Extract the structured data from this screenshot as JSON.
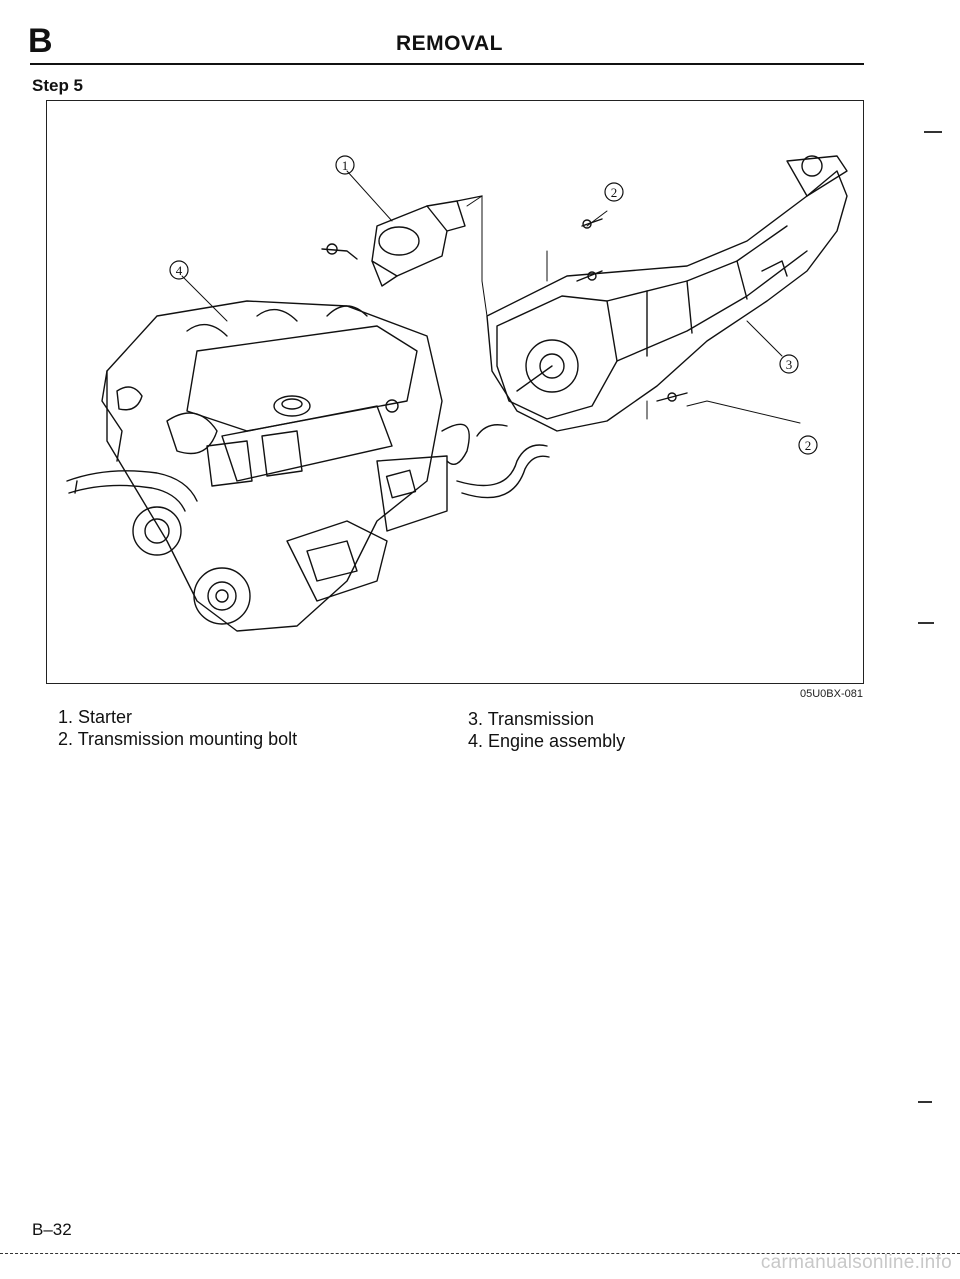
{
  "header": {
    "section_letter": "B",
    "title": "REMOVAL"
  },
  "step": {
    "label": "Step 5"
  },
  "figure": {
    "callouts": [
      "1",
      "2",
      "2",
      "3",
      "4"
    ],
    "code": "05U0BX-081"
  },
  "legend": {
    "left": [
      "1. Starter",
      "2. Transmission mounting bolt"
    ],
    "right": [
      "3. Transmission",
      "4. Engine assembly"
    ]
  },
  "footer": {
    "page_number": "B–32",
    "watermark": "carmanualsonline.info"
  }
}
